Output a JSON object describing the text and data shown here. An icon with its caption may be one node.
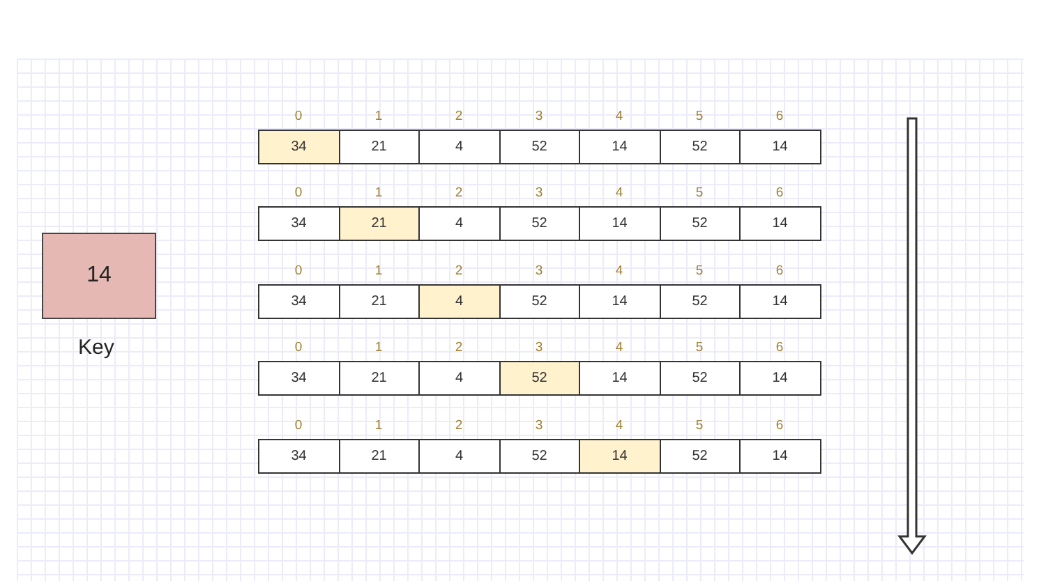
{
  "diagram": {
    "nodes": [
      {
        "text": [
          "14"
        ],
        "beside": [
          "Key"
        ]
      },
      {
        "text": [
          "34"
        ]
      },
      {
        "text": [
          "21"
        ]
      },
      {
        "text": [
          "4"
        ]
      },
      {
        "text": [
          "52"
        ]
      },
      {
        "text": [
          "14"
        ]
      },
      {
        "text": [
          "52"
        ]
      },
      {
        "text": [
          "14"
        ]
      },
      {
        "text": [
          "34"
        ]
      },
      {
        "text": [
          "21"
        ]
      },
      {
        "text": [
          "4"
        ]
      },
      {
        "text": [
          "52"
        ]
      },
      {
        "text": [
          "14"
        ]
      },
      {
        "text": [
          "52"
        ]
      },
      {
        "text": [
          "14"
        ]
      },
      {
        "text": [
          "34"
        ]
      },
      {
        "text": [
          "21"
        ]
      },
      {
        "text": [
          "4"
        ]
      },
      {
        "text": [
          "52"
        ]
      },
      {
        "text": [
          "14"
        ]
      },
      {
        "text": [
          "52"
        ]
      },
      {
        "text": [
          "14"
        ]
      },
      {
        "text": [
          "34"
        ]
      },
      {
        "text": [
          "21"
        ]
      },
      {
        "text": [
          "4"
        ]
      },
      {
        "text": [
          "52"
        ]
      },
      {
        "text": [
          "14"
        ]
      },
      {
        "text": [
          "52"
        ]
      },
      {
        "text": [
          "14"
        ]
      },
      {
        "text": [
          "34"
        ]
      },
      {
        "text": [
          "21"
        ]
      },
      {
        "text": [
          "4"
        ]
      },
      {
        "text": [
          "52"
        ]
      },
      {
        "text": [
          "14"
        ]
      },
      {
        "text": [
          "52"
        ]
      },
      {
        "text": [
          "14"
        ]
      }
    ],
    "labels": [
      "0",
      "1",
      "2",
      "3",
      "4",
      "5",
      "6",
      "0",
      "1",
      "2",
      "3",
      "4",
      "5",
      "6",
      "0",
      "1",
      "2",
      "3",
      "4",
      "5",
      "6",
      "0",
      "1",
      "2",
      "3",
      "4",
      "5",
      "6",
      "0",
      "1",
      "2",
      "3",
      "4",
      "5",
      "6"
    ]
  }
}
